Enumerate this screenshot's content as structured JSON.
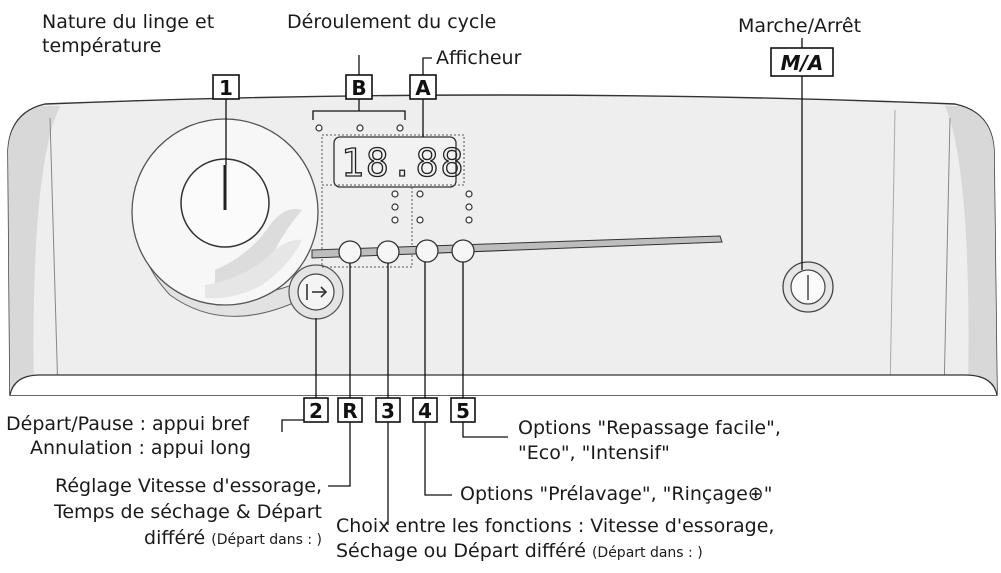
{
  "labels": {
    "nature_line1": "Nature du linge et",
    "nature_line2": "température",
    "deroulement": "Déroulement du cycle",
    "afficheur": "Afficheur",
    "marche_arret": "Marche/Arrêt",
    "depart_pause": "Départ/Pause : appui bref",
    "annulation": "Annulation : appui long",
    "reglage_line1": "Réglage Vitesse d'essorage,",
    "reglage_line2": "Temps de séchage & Départ",
    "reglage_line3": "différé",
    "reglage_line3_small": "(Départ dans : )",
    "options5_line1": "Options \"Repassage facile\",",
    "options5_line2": "\"Eco\", \"Intensif\"",
    "options4": "Options \"Prélavage\", \"Rinçage⊕\"",
    "choix_line1": "Choix entre les fonctions : Vitesse d'essorage,",
    "choix_line2": "Séchage ou Départ différé",
    "choix_line2_small": "(Départ dans : )"
  },
  "callouts": {
    "one": "1",
    "b": "B",
    "a": "A",
    "ma": "M/A",
    "two": "2",
    "r": "R",
    "three": "3",
    "four": "4",
    "five": "5"
  },
  "display": {
    "digits": "18.88"
  },
  "icons": {
    "start_pause": "start-pause-icon"
  }
}
